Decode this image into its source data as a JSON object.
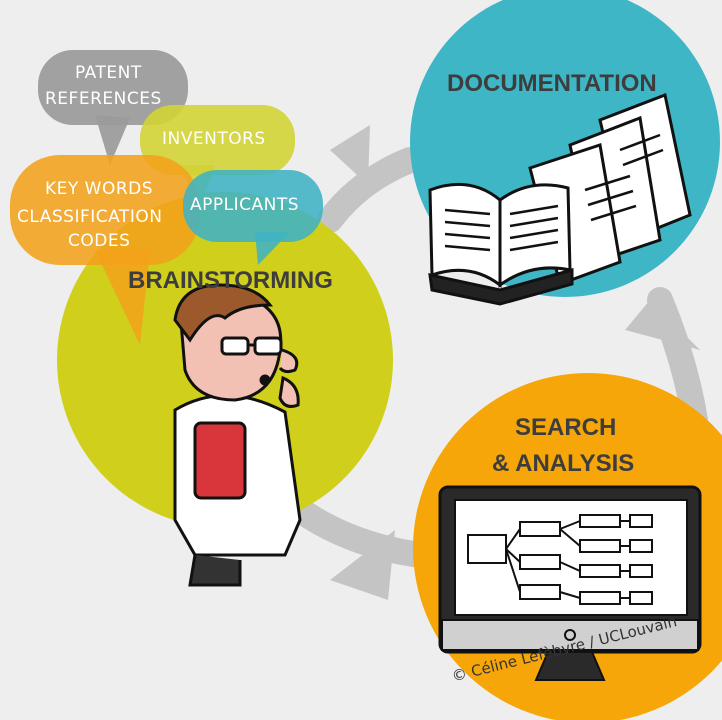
{
  "stages": {
    "documentation": "DOCUMENTATION",
    "brainstorming": "BRAINSTORMING",
    "search_line1": "SEARCH",
    "search_line2": "& ANALYSIS"
  },
  "bubbles": {
    "patent_line1": "Patent",
    "patent_line2": "references",
    "inventors": "Inventors",
    "key_words": "Key words",
    "classification_line1": "Classification",
    "classification_line2": "codes",
    "applicants": "Applicants"
  },
  "credit": "© Céline Lefèbvre / UCLouvain",
  "colors": {
    "background": "#eeeeee",
    "arrow": "#c4c4c4",
    "documentation": "#3fb6c6",
    "brainstorming": "#cfcf1c",
    "search": "#f6a609",
    "bubble_gray": "#9a9a9a",
    "bubble_yellow": "#d3d336",
    "bubble_orange": "#f3a21a",
    "bubble_teal": "#3fb3c4"
  }
}
